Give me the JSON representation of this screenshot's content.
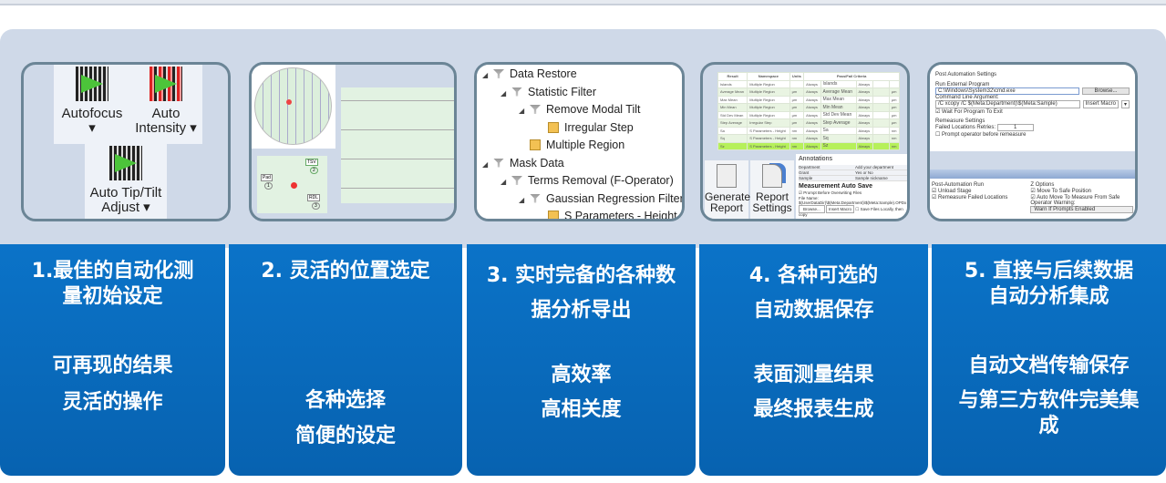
{
  "panel1": {
    "autofocus": "Autofocus",
    "auto_intensity_1": "Auto",
    "auto_intensity_2": "Intensity",
    "auto_tip_1": "Auto Tip/Tilt",
    "auto_tip_2": "Adjust",
    "dropdown": "▾"
  },
  "panel2": {
    "die_labels": [
      "Pad",
      "TSV",
      "RDL"
    ],
    "die_numbers": [
      "1",
      "2",
      "3"
    ]
  },
  "panel3": {
    "tree": [
      {
        "label": "Data Restore",
        "level": 0,
        "icon": "filter"
      },
      {
        "label": "Statistic Filter",
        "level": 1,
        "icon": "filter"
      },
      {
        "label": "Remove Modal Tilt",
        "level": 2,
        "icon": "filter"
      },
      {
        "label": "Irregular Step",
        "level": 3,
        "icon": "grid"
      },
      {
        "label": "Multiple Region",
        "level": 2,
        "icon": "grid"
      },
      {
        "label": "Mask Data",
        "level": 0,
        "icon": "filter"
      },
      {
        "label": "Terms Removal (F-Operator)",
        "level": 1,
        "icon": "filter"
      },
      {
        "label": "Gaussian Regression Filter",
        "level": 2,
        "icon": "filter"
      },
      {
        "label": "S Parameters - Height",
        "level": 3,
        "icon": "grid"
      }
    ]
  },
  "panel4": {
    "headers": [
      "Result",
      "Namespace",
      "Units",
      "Pass/Fail Criteria"
    ],
    "rows": [
      [
        "Islands",
        "Multiple Region",
        "",
        "Islands"
      ],
      [
        "Average Mean",
        "Multiple Region",
        "µm",
        "Average Mean"
      ],
      [
        "Max Mean",
        "Multiple Region",
        "µm",
        "Max Mean"
      ],
      [
        "Min Mean",
        "Multiple Region",
        "µm",
        "Min Mean"
      ],
      [
        "Std Dev Mean",
        "Multiple Region",
        "µm",
        "Std Dev Mean"
      ],
      [
        "Step Average",
        "Irregular Step",
        "µm",
        "Step Average"
      ],
      [
        "Sa",
        "S Parameters - Height",
        "nm",
        "Sa"
      ],
      [
        "Sq",
        "S Parameters - Height",
        "nm",
        "Sq"
      ],
      [
        "Sz",
        "S Parameters - Height",
        "nm",
        "Sz"
      ]
    ],
    "always": "Always",
    "generate_1": "Generate",
    "generate_2": "Report",
    "settings_1": "Report",
    "settings_2": "Settings",
    "annotations": "Annotations",
    "ann_rows": [
      [
        "Department",
        "Add your department"
      ],
      [
        "Grant",
        "Yes or No"
      ],
      [
        "Sample",
        "Sample nickname"
      ]
    ],
    "autosave": "Measurement Auto Save",
    "prompt": "Prompt Before Overwriting Files",
    "file_name_label": "File Name:",
    "file_name": "$(UserDataDir)\\$(Meta:Department)\\$(Meta:Sample).OPDx",
    "browse": "Browse...",
    "insert_macro": "Insert Macro",
    "save_local": "Save Files Locally, then copy"
  },
  "panel5": {
    "title": "Post Automation Settings",
    "run_ext": "Run External Program",
    "program": "C:\\Windows\\System32\\cmd.exe",
    "browse": "Browse...",
    "cmd_label": "Command Line Argument:",
    "cmd": "/C xcopy /C $(Meta:Department)\\$(Meta:Sample)",
    "insert_macro": "Insert Macro",
    "wait": "Wait For Program To Exit",
    "remeasure": "Remeasure Settings",
    "retries_label": "Failed Locations Retries:",
    "retries": "1",
    "prompt_op": "Prompt operator before remeasure",
    "par_title": "Post-Automation Run",
    "unload": "Unload Stage",
    "remeasure_failed": "Remeasure Failed Locations",
    "z_title": "Z Options",
    "move_safe": "Move To Safe Position",
    "auto_move": "Auto Move To Measure From Safe",
    "op_warning": "Operator Warning:",
    "warn": "Warn If Prompts Enabled"
  },
  "boxes": [
    {
      "title": "1.最佳的自动化测量初始设定",
      "sub": [
        "可再现的结果",
        "灵活的操作"
      ]
    },
    {
      "title": "2. 灵活的位置选定",
      "sub": [
        "各种选择",
        "简便的设定"
      ]
    },
    {
      "title": "3. 实时完备的各种数据分析导出",
      "sub": [
        "高效率",
        "高相关度"
      ]
    },
    {
      "title": "4. 各种可选的自动数据保存",
      "sub": [
        "表面测量结果",
        "最终报表生成"
      ]
    },
    {
      "title": "5. 直接与后续数据自动分析集成",
      "sub": [
        "自动文档传输保存",
        "与第三方软件完美集成"
      ]
    }
  ]
}
